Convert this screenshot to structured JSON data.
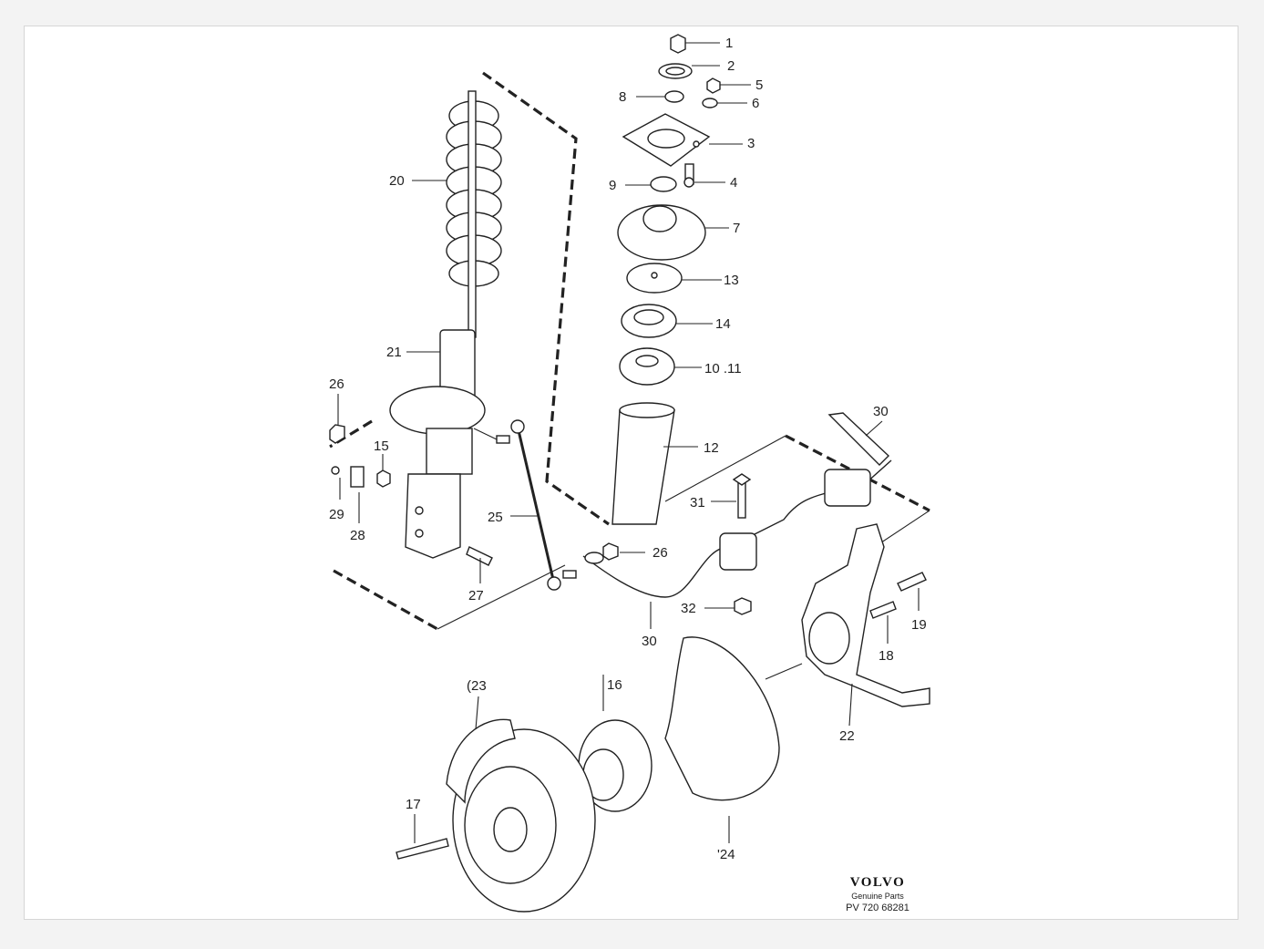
{
  "diagram": {
    "labels": {
      "l1": "1",
      "l2": "2",
      "l3": "3",
      "l4": "4",
      "l5": "5",
      "l6": "6",
      "l7": "7",
      "l8": "8",
      "l9": "9",
      "l10": "10 .11",
      "l12": "12",
      "l13": "13",
      "l14": "14",
      "l15": "15",
      "l16": "16",
      "l17": "17",
      "l18": "18",
      "l19": "19",
      "l20": "20",
      "l21": "21",
      "l22": "22",
      "l23": "(23",
      "l24": "'24",
      "l25": "25",
      "l26a": "26",
      "l26b": "26",
      "l27": "27",
      "l28": "28",
      "l29": "29",
      "l30a": "30",
      "l30b": "30",
      "l31": "31",
      "l32": "32"
    }
  },
  "brand": {
    "logo": "VOLVO",
    "tagline": "Genuine Parts",
    "code": "PV 720 68281"
  }
}
